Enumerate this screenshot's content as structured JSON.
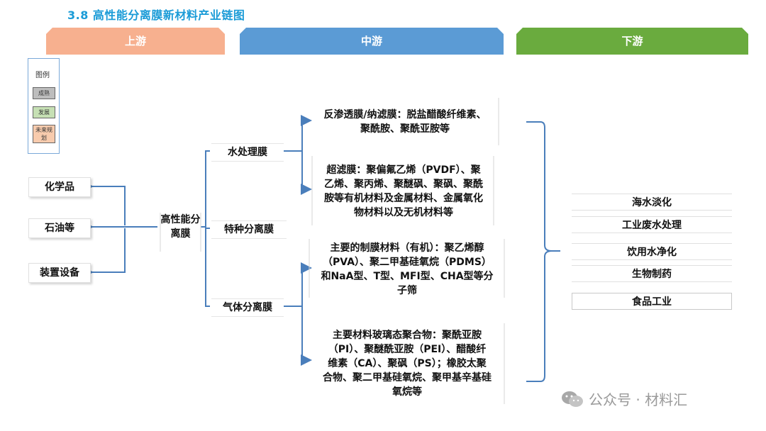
{
  "title": "3.8  高性能分离膜新材料产业链图",
  "stages": [
    {
      "label": "上游",
      "color": "#f7b08f"
    },
    {
      "label": "中游",
      "color": "#5b9bd5"
    },
    {
      "label": "下游",
      "color": "#6aab3e"
    }
  ],
  "legend": {
    "title": "图例",
    "items": [
      {
        "label": "成熟",
        "color": "#bdbdbd"
      },
      {
        "label": "发展",
        "color": "#c6e0b4"
      },
      {
        "label": "未来规划",
        "color": "#f8cbad"
      }
    ]
  },
  "upstream": [
    "化学品",
    "石油等",
    "装置设备"
  ],
  "core": "高性能分离膜",
  "midstream": {
    "categories": [
      "水处理膜",
      "特种分离膜",
      "气体分离膜"
    ],
    "details": [
      "反渗透膜/纳滤膜：脱盐醋酸纤维素、\n聚酰胺、聚酰亚胺等",
      "超滤膜：聚偏氟乙烯（PVDF）、聚\n乙烯、聚丙烯、聚醚砜、聚砜、聚酰\n胺等有机材料及金属材料、金属氧化\n物材料以及无机材料等",
      "主要的制膜材料（有机）：聚乙烯醇\n（PVA）、聚二甲基硅氧烷（PDMS）\n和NaA型、T型、MFI型、CHA型等分\n子筛",
      "主要材料玻璃态聚合物：聚酰亚胺\n（PI）、聚醚酰亚胺（PEI）、醋酸纤\n维素（CA）、聚砜（PS）；橡胶太聚\n合物、聚二甲基硅氧烷、聚甲基辛基硅\n氧烷等"
    ]
  },
  "downstream": [
    "海水淡化",
    "工业废水处理",
    "饮用水净化",
    "生物制药",
    "食品工业"
  ],
  "watermark": "公众号 · 材料汇",
  "colors": {
    "title": "#1a9bd7",
    "arrow": "#4a7ebb"
  }
}
